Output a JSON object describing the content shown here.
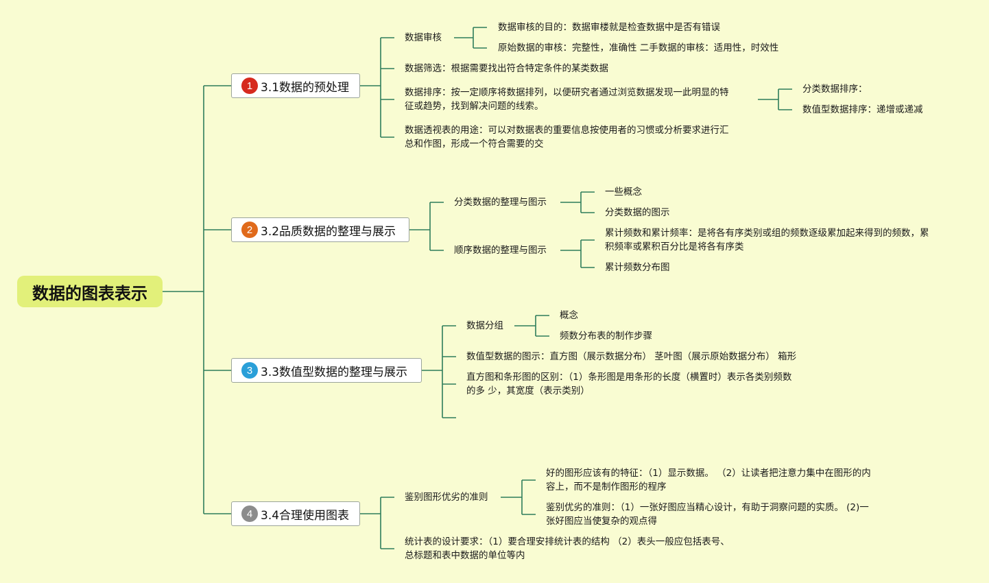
{
  "root": {
    "label": "数据的图表表示"
  },
  "colors": {
    "badge1": "#d62a1e",
    "badge2": "#e06a1b",
    "badge3": "#2a9fd8",
    "badge4": "#8c8c8c",
    "line": "#2e7d5b"
  },
  "topics": [
    {
      "number": "1",
      "label": "3.1数据的预处理",
      "children": [
        {
          "label": "数据审核",
          "children": [
            {
              "label": "数据审核的目的：数据审楼就是检查数据中是否有错误"
            },
            {
              "label": "原始数据的审核：完整性，准确性 二手数据的审核：适用性，时效性"
            }
          ]
        },
        {
          "label": "数据筛选：根据需要找出符合特定条件的某类数据"
        },
        {
          "label_lines": [
            "数据排序：按一定顺序将数据排列，以便研究者通过浏览数据发现一此明显的特",
            "征或趋势，找到解决问题的线索。"
          ],
          "children": [
            {
              "label": "分类数据排序："
            },
            {
              "label": "数值型数据排序：递增或递减"
            }
          ]
        },
        {
          "label_lines": [
            "数据透视表的用途：可以对数据表的重要信息按使用者的习惯或分析要求进行汇",
            "总和作图，形成一个符合需要的交"
          ]
        }
      ]
    },
    {
      "number": "2",
      "label": "3.2品质数据的整理与展示",
      "children": [
        {
          "label": "分类数据的整理与图示",
          "children": [
            {
              "label": "一些概念"
            },
            {
              "label": "分类数据的图示"
            }
          ]
        },
        {
          "label": "顺序数据的整理与图示",
          "children": [
            {
              "label_lines": [
                "累计频数和累计频率：是将各有序类别或组的频数逐级累加起来得到的频数，累",
                "积频率或累积百分比是将各有序类"
              ]
            },
            {
              "label": "累计频数分布图"
            }
          ]
        }
      ]
    },
    {
      "number": "3",
      "label": "3.3数值型数据的整理与展示",
      "children": [
        {
          "label": "数据分组",
          "children": [
            {
              "label": "概念"
            },
            {
              "label": "频数分布表的制作步骤"
            }
          ]
        },
        {
          "label": "数值型数据的图示：直方图（展示数据分布） 茎叶图（展示原始数据分布） 箱形"
        },
        {
          "label_lines": [
            "直方图和条形图的区别：（1）条形图是用条形的长度（横置时）表示各类别频数",
            "的多 少，其宽度（表示类别）"
          ]
        },
        {
          "label": ""
        }
      ]
    },
    {
      "number": "4",
      "label": "3.4合理使用图表",
      "children": [
        {
          "label": "鉴别图形优劣的准则",
          "children": [
            {
              "label_lines": [
                "好的图形应该有的特征：（1）显示数据。 （2）让读者把注意力集中在图形的内",
                "容上，而不是制作图形的程序"
              ]
            },
            {
              "label_lines": [
                "鉴别优劣的准则：（1）一张好图应当精心设计，有助于洞察问题的实质。 (2)一",
                "张好图应当使复杂的观点得"
              ]
            }
          ]
        },
        {
          "label_lines": [
            "统计表的设计要求：（1）要合理安排统计表的结构 （2）表头一般应包括表号、",
            "总标题和表中数据的单位等内"
          ]
        }
      ]
    }
  ]
}
